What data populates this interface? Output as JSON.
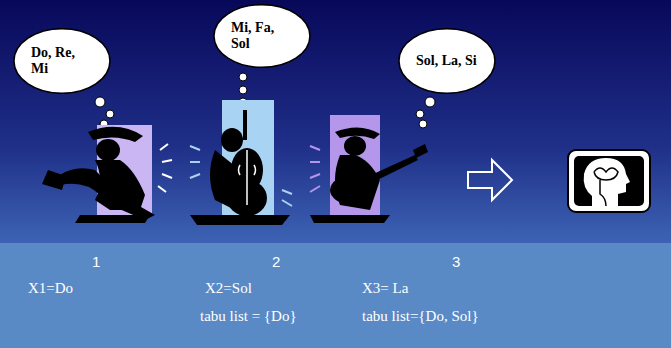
{
  "diagram": {
    "nodes": [
      {
        "text": [
          "Do, Re, Mi"
        ]
      },
      {
        "text": [
          "Mi, Fa, Sol"
        ]
      },
      {
        "text": [
          "Sol, La, Si"
        ]
      },
      {
        "text": [
          "1",
          "2",
          "3",
          "X1=Do",
          "X2=Sol",
          "X3= La",
          "tabu list = {Do}",
          "tabu list={Do, Sol}"
        ]
      }
    ]
  }
}
